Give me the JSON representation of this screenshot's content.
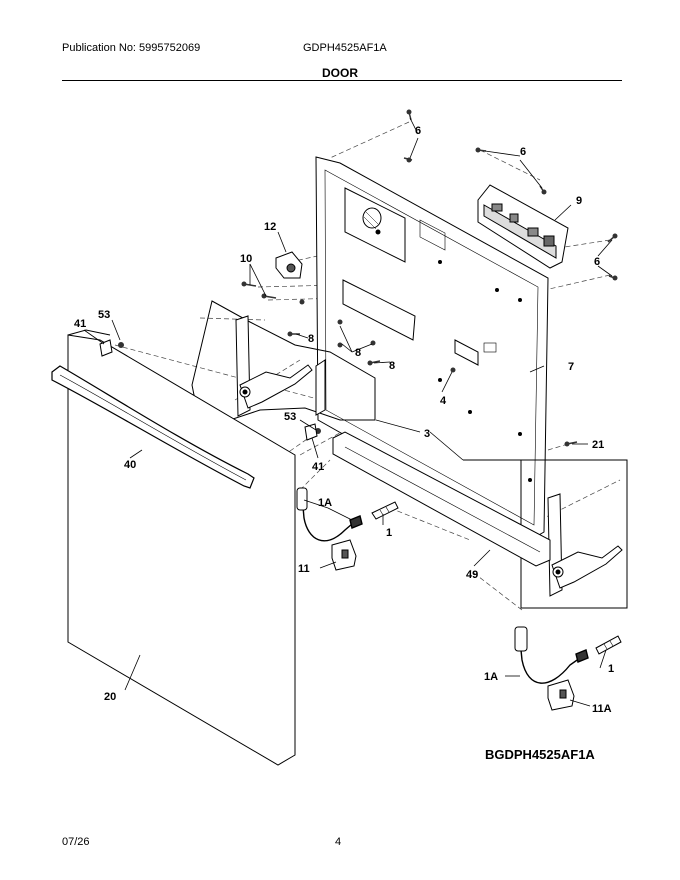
{
  "header": {
    "publication_label": "Publication No: 5995752069",
    "model": "GDPH4525AF1A",
    "section_title": "DOOR"
  },
  "callouts": {
    "c6a": "6",
    "c6b": "6",
    "c6c": "6",
    "c9": "9",
    "c12": "12",
    "c10": "10",
    "c53a": "53",
    "c41a": "41",
    "c8a": "8",
    "c8b": "8",
    "c8c": "8",
    "c7": "7",
    "c4": "4",
    "c3": "3",
    "c53b": "53",
    "c41b": "41",
    "c21": "21",
    "c40": "40",
    "c1Aa": "1A",
    "c1a": "1",
    "c11": "11",
    "c49": "49",
    "c20": "20",
    "c1Ab": "1A",
    "c1b": "1",
    "c11A": "11A"
  },
  "diagram_code": "BGDPH4525AF1A",
  "footer": {
    "date": "07/26",
    "page": "4"
  }
}
